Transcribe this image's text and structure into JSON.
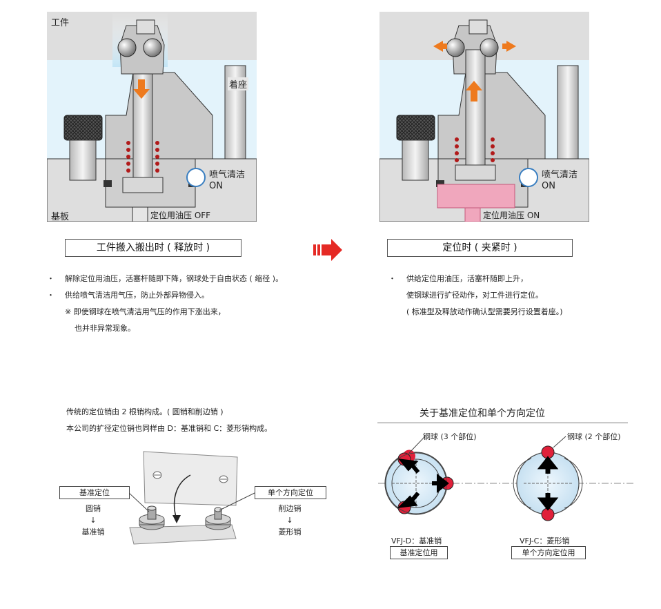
{
  "left_panel": {
    "workpiece": "工件",
    "base_plate": "基板",
    "seat": "着座",
    "air_blow_1": "喷气清洁",
    "air_blow_2": "ON",
    "oil_label": "定位用油压 OFF",
    "caption": "工件搬入搬出时 ( 释放时 )",
    "bullets": [
      "解除定位用油压，活塞杆随即下降，钢球处于自由状态 ( 缩径 )。",
      "供给喷气清洁用气压，防止外部异物侵入。"
    ],
    "notes": [
      "※ 即使钢球在喷气清洁用气压的作用下涨出来，",
      "也并非异常现象。"
    ]
  },
  "right_panel": {
    "air_blow_1": "喷气清洁",
    "air_blow_2": "ON",
    "oil_label": "定位用油压 ON",
    "caption": "定位时 ( 夹紧时 )",
    "bullets": [
      "供给定位用油压，活塞杆随即上升，"
    ],
    "notes": [
      "使钢球进行扩径动作，对工件进行定位。",
      "( 标准型及释放动作确认型需要另行设置着座。)"
    ]
  },
  "bottom_left": {
    "line1": "传统的定位销由 2 根销构成。( 圆销和削边销 )",
    "line2": "本公司的扩径定位销也同样由 D：基准销和 C：菱形销构成。",
    "ref_box": "基准定位",
    "ref_l1": "圆销",
    "ref_arrow": "↓",
    "ref_l2": "基准销",
    "dir_box": "单个方向定位",
    "dir_l1": "削边销",
    "dir_arrow": "↓",
    "dir_l2": "菱形销"
  },
  "bottom_right": {
    "title": "关于基准定位和单个方向定位",
    "ball_d": "钢球 (3 个部位)",
    "ball_c": "钢球 (2 个部位)",
    "vfj_d": "VFJ-D：基准销",
    "vfj_d_box": "基准定位用",
    "vfj_c": "VFJ-C：菱形销",
    "vfj_c_box": "单个方向定位用"
  },
  "colors": {
    "orange": "#ee7a1e",
    "red_arrow": "#e52a25",
    "pink_oil": "#f0a7bd",
    "blue_glow": "#cfe9f6",
    "ball_red": "#e0203a",
    "pin_blue": "#d6ebf8"
  },
  "bullet_char": "・"
}
